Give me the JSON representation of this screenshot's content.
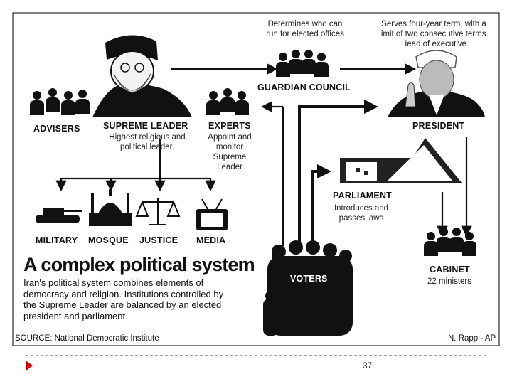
{
  "diagram": {
    "guardian_note": "Determines who can\nrun for elected offices",
    "president_note": "Serves four-year term, with a\nlimit of two consecutive terms.\nHead of executive",
    "guardian_label": "GUARDIAN COUNCIL",
    "advisers_label": "ADVISERS",
    "supreme_label": "SUPREME LEADER",
    "supreme_desc": "Highest religious and\npolitical leader.",
    "experts_label": "EXPERTS",
    "experts_desc": "Appoint and\nmonitor\nSupreme\nLeader",
    "president_label": "PRESIDENT",
    "parliament_label": "PARLIAMENT",
    "parliament_desc": "Introduces and\npasses laws",
    "military_label": "MILITARY",
    "mosque_label": "MOSQUE",
    "justice_label": "JUSTICE",
    "media_label": "MEDIA",
    "voters_label": "VOTERS",
    "cabinet_label": "CABINET",
    "cabinet_desc": "22 ministers"
  },
  "headline": "A complex political system",
  "summary": "Iran's political system combines elements of democracy and religion. Institutions controlled by the Supreme Leader are balanced by an elected president and parliament.",
  "source": "SOURCE: National Democratic Institute",
  "credit": "N. Rapp - AP",
  "slide": {
    "page_number": "37",
    "accent_color": "#cc0000"
  }
}
